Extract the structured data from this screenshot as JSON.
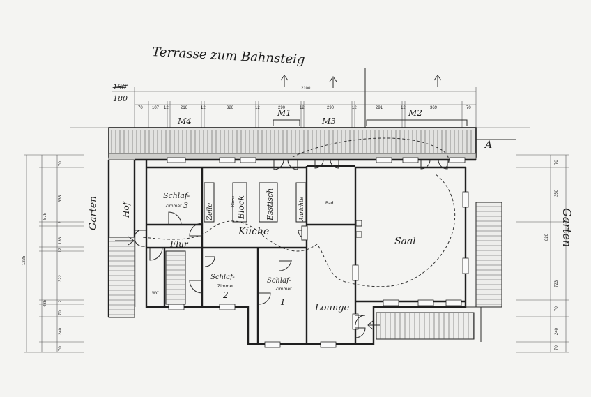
{
  "drawing": {
    "top_title": "Terrasse zum Bahnsteig",
    "axis_marker": "A",
    "left_side_label_1": "Garten",
    "left_side_label_2": "Hof",
    "right_side_label": "Garten",
    "top_dims": {
      "overall": "2100",
      "struck_value": "160",
      "replaced_value": "180",
      "segments": [
        "70",
        "107",
        "12",
        "216",
        "12",
        "326",
        "12",
        "290",
        "12",
        "290",
        "12",
        "291",
        "12",
        "369",
        "70"
      ]
    },
    "module_labels": [
      "M4",
      "M1",
      "M3",
      "M2"
    ],
    "left_dims": {
      "overall": "1225",
      "outer": [
        "70",
        "335",
        "12",
        "136",
        "12",
        "322",
        "12",
        "70",
        "240",
        "70"
      ],
      "middle": [
        "575",
        "485"
      ]
    },
    "right_dims": [
      "70",
      "350",
      "820",
      "723",
      "70",
      "240",
      "70"
    ]
  },
  "rooms": {
    "schlaf3": {
      "label": "Schlaf-",
      "number": "3",
      "sub": "Zimmer"
    },
    "schlaf2": {
      "label": "Schlaf-",
      "number": "2",
      "sub": "Zimmer"
    },
    "schlaf1": {
      "label": "Schlaf-",
      "number": "1",
      "sub": "Zimmer"
    },
    "kueche": "Küche",
    "flur": "Flur",
    "wc": "WC",
    "bad": "Bad",
    "saal": "Saal",
    "lounge": "Lounge",
    "zeile": "Zeile",
    "block": "Block",
    "block_sub": "Küche",
    "esstisch": "Esstisch",
    "anrichte": "Anrichte"
  }
}
